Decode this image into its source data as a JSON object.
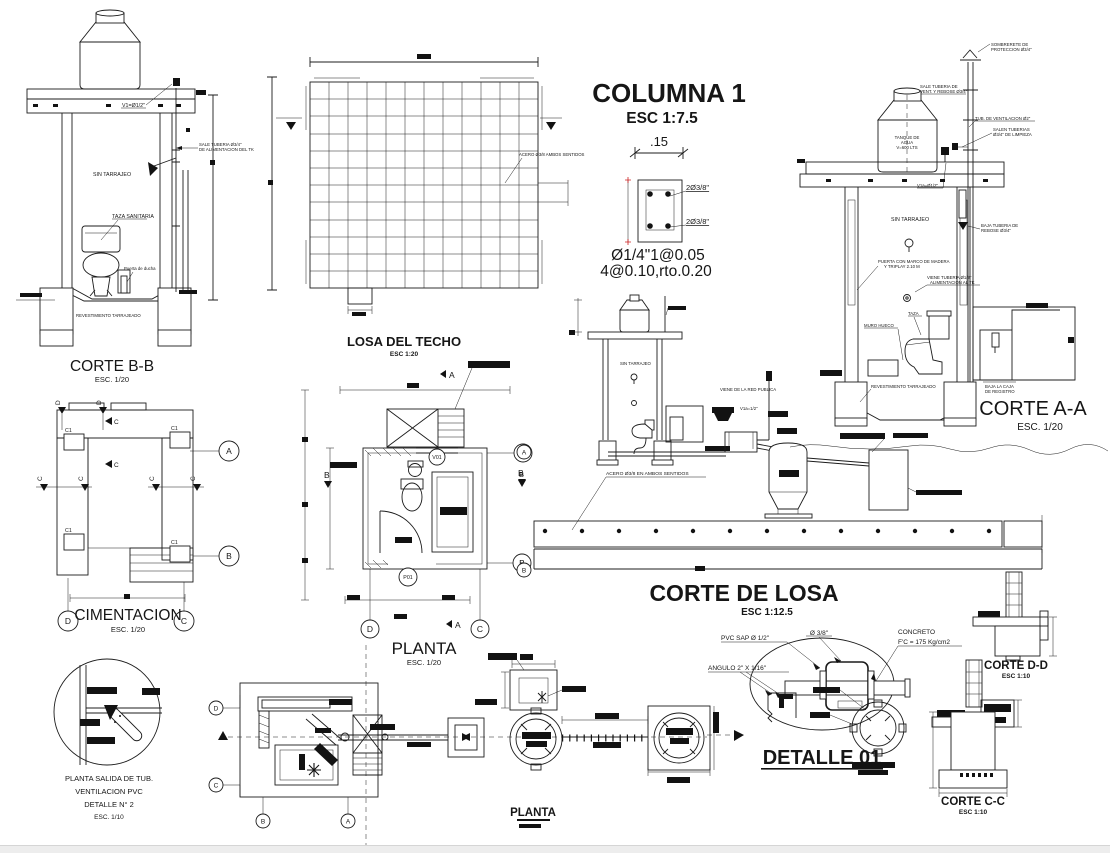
{
  "drawing": {
    "bg": "#ffffff",
    "ink": "#1c1c1c",
    "accent_red": "#cc2222"
  },
  "markers": {
    "a": "A",
    "b": "B",
    "c": "C",
    "d": "D"
  },
  "corte_bb": {
    "title": "CORTE B-B",
    "scale": "ESC. 1/20",
    "valve": "V1=Ø1/2\"",
    "supply1": "SALE TUBERIA Ø3/4\"",
    "supply2": "DE ALIMENTACION DEL TK",
    "wall": "SIN TARRAJEO",
    "toilet": "TAZA SANITARIA",
    "curb": "Puerta de ducha",
    "plaster": "REVESTIMIENTO TARRAJEADO"
  },
  "losa": {
    "title": "LOSA DEL TECHO",
    "scale": "ESC 1:20",
    "mesh": "ACERO Ø3/8 AMBOS SENTIDOS"
  },
  "columna": {
    "title": "COLUMNA 1",
    "scale": "ESC 1:7.5",
    "dim": ".15",
    "rebar_top": "2Ø3/8\"",
    "rebar_bot": "2Ø3/8\"",
    "stirrup1": "Ø1/4\"1@0.05",
    "stirrup2": "4@0.10,rto.0.20"
  },
  "corte_aa": {
    "title": "CORTE A-A",
    "scale": "ESC. 1/20",
    "cap1": "SOMBRERETE DE",
    "cap2": "PROTECCION Ø3/4\"",
    "vent_out1": "SALE TUBERIA DE",
    "vent_out2": "VENT. Y REBOSE Ø3/4\"",
    "vent": "TUB. DE VENTILACION Ø2\"",
    "clean1": "SALEN TUBERIAS",
    "clean2": "Ø3/4\" DE LIMPIEZA",
    "over1": "BAJA TUBERIA DE",
    "over2": "REBOSE Ø3/4\"",
    "valve": "V1a=Ø1/2\"",
    "wall": "SIN TARRAJEO",
    "door1": "PUERTA CON MARCO DE MADERA",
    "door2": "Y TRIPLAY 2.10 M",
    "supply1": "VIENE TUBERIA Ø1/2\"",
    "supply2": "ALIMENTACION AL TK",
    "hollow": "MURO HUECO",
    "taza": "TAZA",
    "plaster": "REVESTIMIENTO TARRAJEADO",
    "caja1": "BAJA LA CAJA",
    "caja2": "DE REGISTRO",
    "tank1": "TANQUE DE",
    "tank2": "AGUA",
    "tank3": "V=600 LTS"
  },
  "cimentacion": {
    "title": "CIMENTACION",
    "scale": "ESC. 1/20",
    "pad": "C1"
  },
  "planta": {
    "title": "PLANTA",
    "scale": "ESC. 1/20",
    "window": "V01",
    "door": "P01"
  },
  "inst": {
    "acero": "ACERO Ø3/8 EN AMBOS SENTIDOS",
    "red": "VIENE DE LA RED PUBLICA",
    "valve": "V1a=1/2\"",
    "wall": "SIN TARRAJEO"
  },
  "corte_losa": {
    "title": "CORTE DE LOSA",
    "scale": "ESC 1:12.5"
  },
  "detalle": {
    "title": "DETALLE 01",
    "pvc": "PVC SAP Ø 1/2\"",
    "rebar": "Ø 3/8\"",
    "angulo": "ANGULO  2\" X 1/16\"",
    "conc1": "CONCRETO",
    "conc2": "F'C = 175 Kg/cm2"
  },
  "corte_dd": {
    "title": "CORTE D-D",
    "scale": "ESC 1:10"
  },
  "corte_cc": {
    "title": "CORTE C-C",
    "scale": "ESC 1:10"
  },
  "salida": {
    "t1": "PLANTA SALIDA DE TUB.",
    "t2": "VENTILACION PVC",
    "t3": "DETALLE N° 2",
    "scale": "ESC. 1/10"
  },
  "planta_b": {
    "title": "PLANTA"
  }
}
